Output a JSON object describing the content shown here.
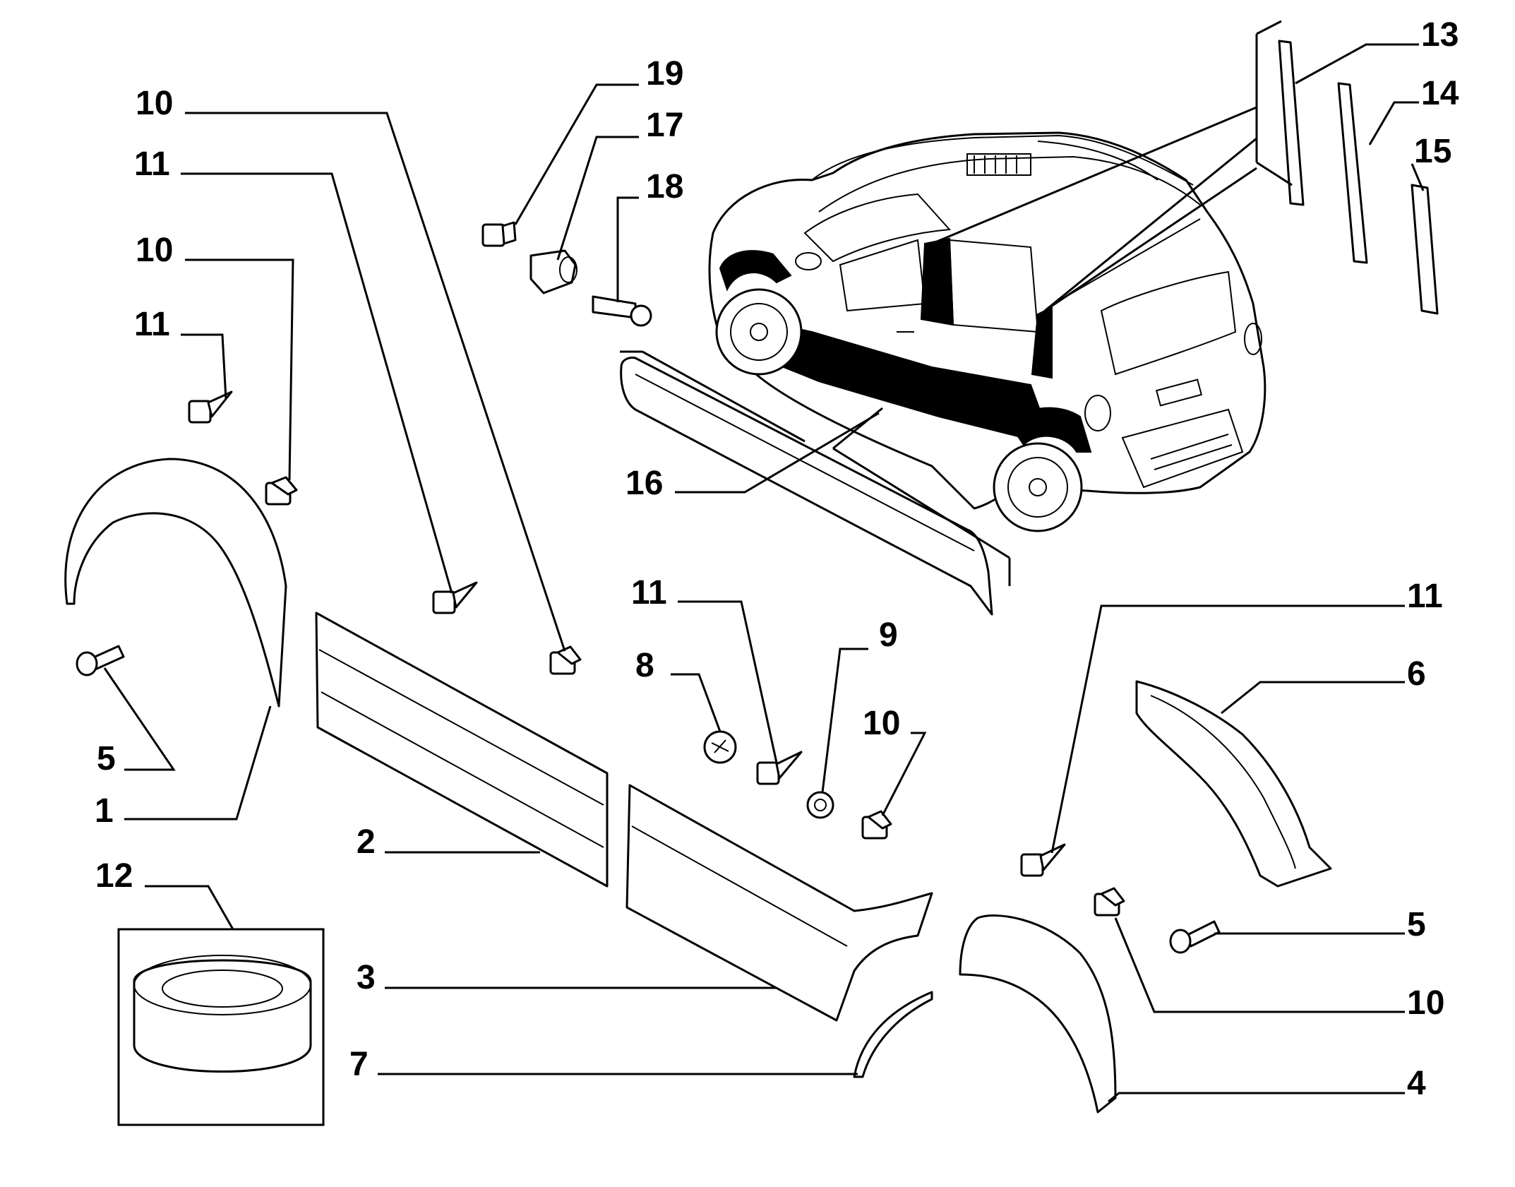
{
  "callouts": [
    "13",
    "14",
    "15",
    "19",
    "10",
    "17",
    "11",
    "18",
    "10",
    "11",
    "16",
    "11",
    "9",
    "8",
    "11",
    "6",
    "10",
    "5",
    "1",
    "2",
    "12",
    "3",
    "7",
    "5",
    "10",
    "4"
  ],
  "colors": {
    "line": "#000000",
    "background": "#ffffff"
  }
}
